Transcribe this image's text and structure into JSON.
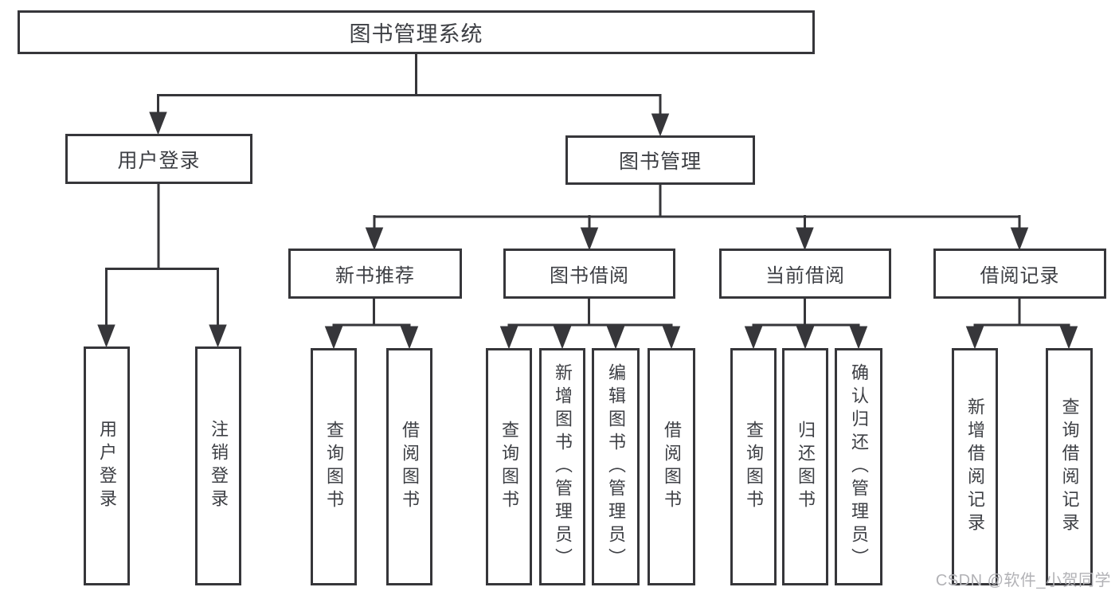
{
  "tree": {
    "root": "图书管理系统",
    "user": {
      "label": "用户登录",
      "children": [
        "用户登录",
        "注销登录"
      ]
    },
    "mgmt": {
      "label": "图书管理",
      "sections": [
        {
          "label": "新书推荐",
          "children": [
            "查询图书",
            "借阅图书"
          ]
        },
        {
          "label": "图书借阅",
          "children": [
            "查询图书",
            "新增图书（管理员）",
            "编辑图书（管理员）",
            "借阅图书"
          ]
        },
        {
          "label": "当前借阅",
          "children": [
            "查询图书",
            "归还图书",
            "确认归还（管理员）"
          ]
        },
        {
          "label": "借阅记录",
          "children": [
            "新增借阅记录",
            "查询借阅记录"
          ]
        }
      ]
    }
  },
  "watermark": {
    "text": "CSDN @软件_小贺同学"
  },
  "colors": {
    "line": "#36363a",
    "text": "#3d3f44",
    "box-border": "#36363a",
    "bg": "#ffffff",
    "watermark": "#b2b2b6"
  }
}
